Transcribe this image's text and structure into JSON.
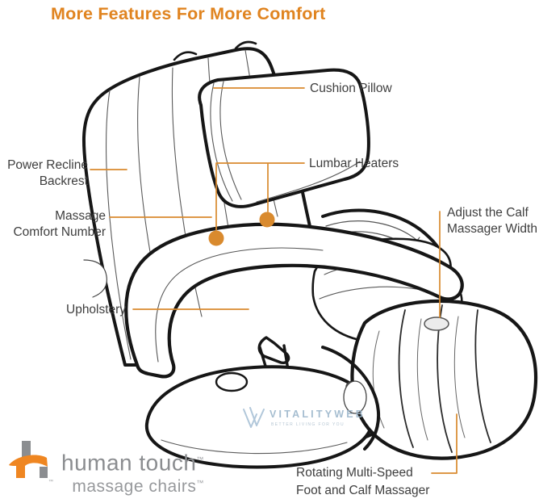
{
  "title": "More Features For More Comfort",
  "labels": {
    "cushion_pillow": "Cushion Pillow",
    "power_recline": {
      "line1": "Power Recline",
      "line2": "Backrest"
    },
    "lumbar_heaters": "Lumbar Heaters",
    "massage_comfort": {
      "line1": "Massage",
      "line2": "Comfort Number"
    },
    "adjust_calf": {
      "line1": "Adjust the Calf",
      "line2": "Massager Width"
    },
    "upholstery": "Upholstery",
    "rotating_foot": {
      "line1": "Rotating Multi-Speed",
      "line2": "Foot and Calf Massager"
    }
  },
  "diagram": {
    "subject": "massage chair line illustration",
    "lumbar_heater_dots": 2
  },
  "watermark": {
    "brand": "VITALITYWEB",
    "tagline": "BETTER LIVING FOR YOU"
  },
  "logo": {
    "name": "human touch",
    "subtitle": "massage chairs",
    "tm": "™"
  },
  "colors": {
    "accent_orange": "#D98A2E",
    "title_orange": "#E08420",
    "label_text": "#3E3E3E",
    "outline_black": "#161616",
    "logo_gray": "#8B8D90",
    "watermark_blue": "#9CB6CB"
  }
}
